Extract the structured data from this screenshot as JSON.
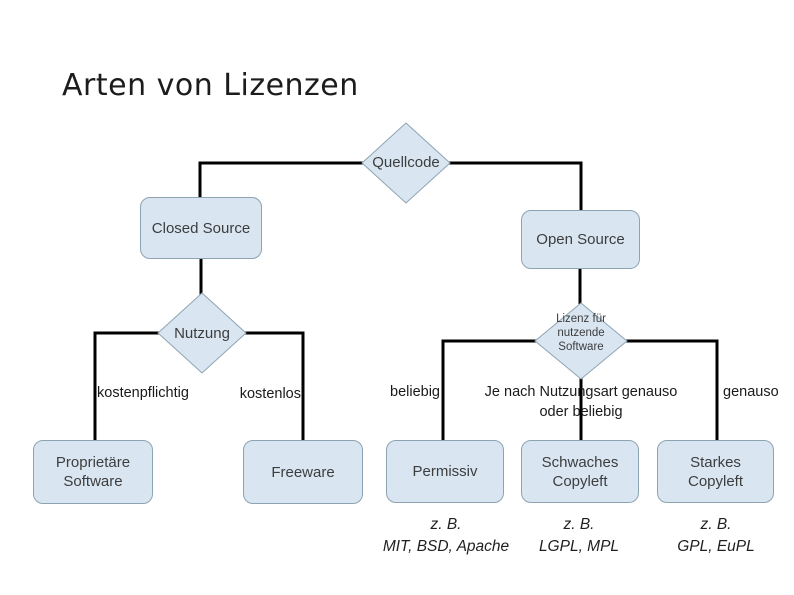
{
  "title": "Arten von Lizenzen",
  "colors": {
    "node_fill": "#d9e6f2",
    "node_border": "#8ea3b2",
    "connector": "#000000"
  },
  "tree": {
    "root": {
      "label": "Quellcode",
      "type": "decision"
    },
    "branches": {
      "closed_source": {
        "label": "Closed Source"
      },
      "open_source": {
        "label": "Open Source"
      }
    },
    "decisions": {
      "nutzung": {
        "label": "Nutzung"
      },
      "lizenz": {
        "label": "Lizenz für nutzende Software"
      }
    },
    "edge_labels": {
      "kostenpflichtig": "kostenpflichtig",
      "kostenlos": "kostenlos",
      "beliebig": "beliebig",
      "je_nach": "Je nach Nutzungsart genauso oder beliebig",
      "genauso": "genauso"
    },
    "leaves": {
      "proprietaer": {
        "label": "Proprietäre Software"
      },
      "freeware": {
        "label": "Freeware"
      },
      "permissiv": {
        "label": "Permissiv"
      },
      "schwaches_copyleft": {
        "label": "Schwaches Copyleft"
      },
      "starkes_copyleft": {
        "label": "Starkes Copyleft"
      }
    },
    "examples": {
      "permissiv": {
        "prefix": "z. B.",
        "list": "MIT, BSD, Apache"
      },
      "schwaches_copyleft": {
        "prefix": "z. B.",
        "list": "LGPL, MPL"
      },
      "starkes_copyleft": {
        "prefix": "z. B.",
        "list": "GPL, EuPL"
      }
    }
  }
}
